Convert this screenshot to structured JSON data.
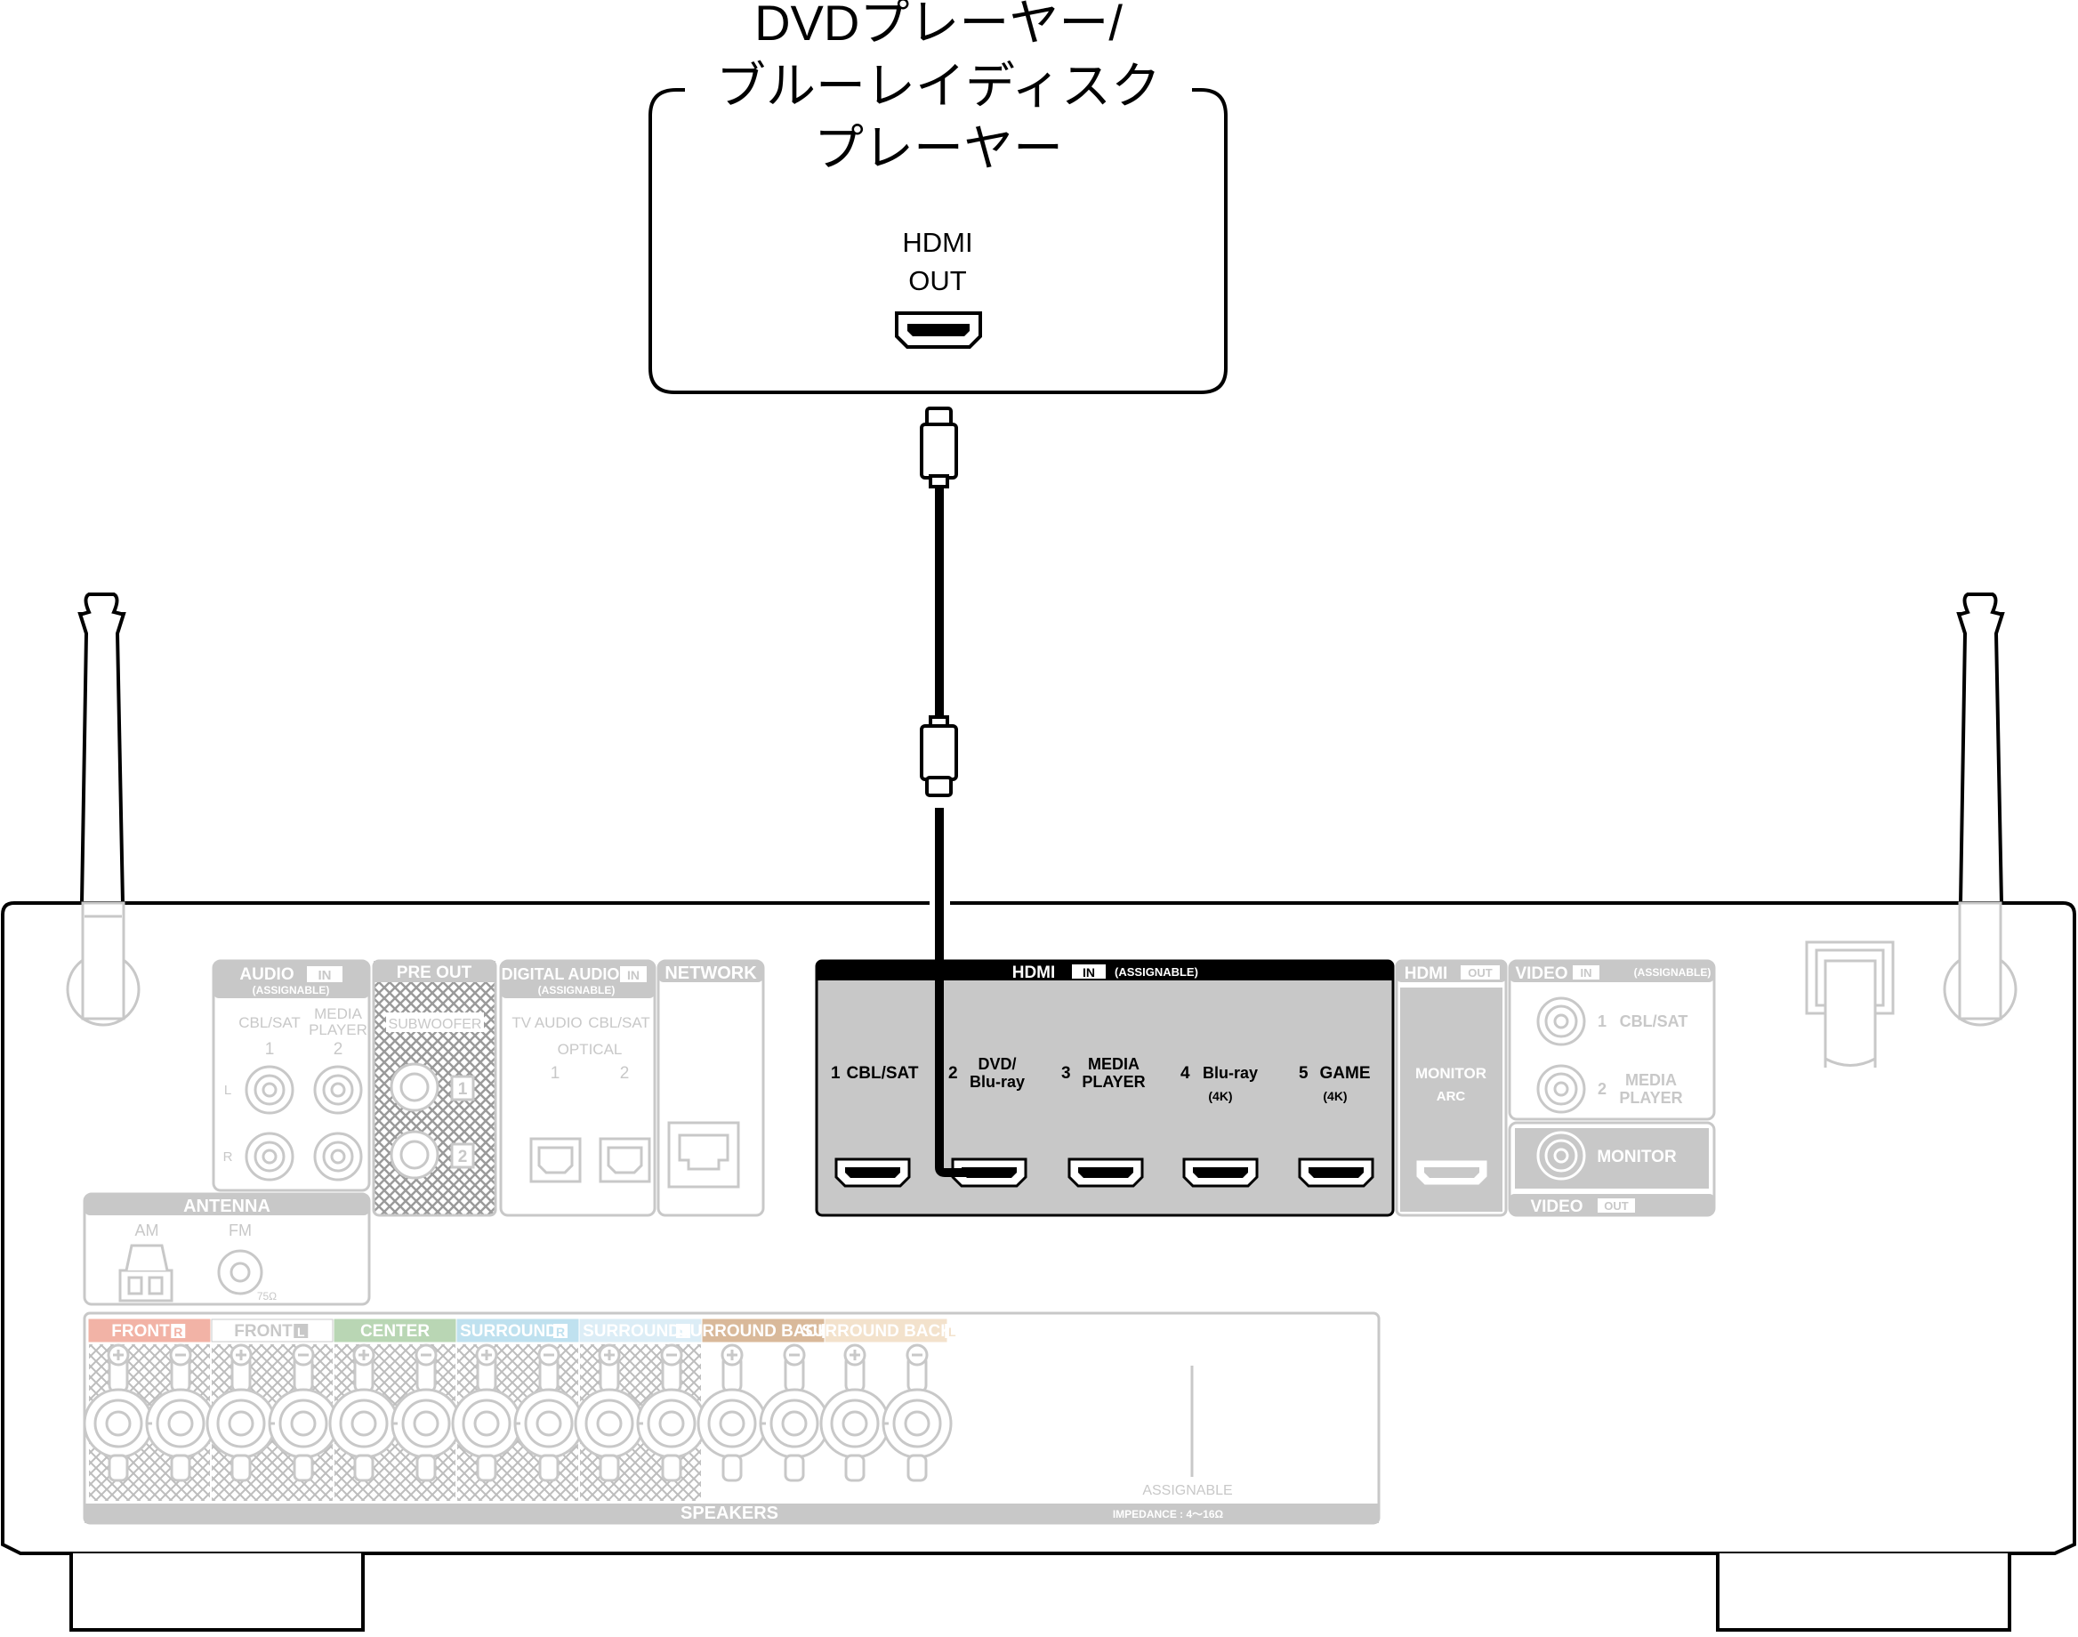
{
  "device": {
    "title_lines": [
      "DVDプレーヤー/",
      "ブルーレイディスク",
      "プレーヤー"
    ],
    "port_label_lines": [
      "HDMI",
      "OUT"
    ]
  },
  "receiver": {
    "audio_in": {
      "title": "AUDIO",
      "badge": "IN",
      "sub": "(ASSIGNABLE)",
      "col1": "CBL/SAT",
      "col2_lines": [
        "MEDIA",
        "PLAYER"
      ],
      "num1": "1",
      "num2": "2",
      "left": "L",
      "right": "R"
    },
    "pre_out": {
      "title": "PRE OUT",
      "sub": "SUBWOOFER",
      "num1": "1",
      "num2": "2"
    },
    "digital_audio": {
      "title": "DIGITAL AUDIO",
      "badge": "IN",
      "sub": "(ASSIGNABLE)",
      "col1": "TV AUDIO",
      "col2": "CBL/SAT",
      "optical": "OPTICAL",
      "num1": "1",
      "num2": "2"
    },
    "network": {
      "title": "NETWORK"
    },
    "hdmi_in": {
      "title": "HDMI",
      "badge": "IN",
      "sub": "(ASSIGNABLE)",
      "ports": [
        {
          "num": "1",
          "lines": [
            "CBL/SAT"
          ],
          "sub": ""
        },
        {
          "num": "2",
          "lines": [
            "DVD/",
            "Blu-ray"
          ],
          "sub": ""
        },
        {
          "num": "3",
          "lines": [
            "MEDIA",
            "PLAYER"
          ],
          "sub": ""
        },
        {
          "num": "4",
          "lines": [
            "Blu-ray"
          ],
          "sub": "(4K)"
        },
        {
          "num": "5",
          "lines": [
            "GAME"
          ],
          "sub": "(4K)"
        }
      ]
    },
    "hdmi_out": {
      "title": "HDMI",
      "badge": "OUT",
      "label": "MONITOR",
      "sub": "ARC"
    },
    "video_in": {
      "title": "VIDEO",
      "badge": "IN",
      "sub": "(ASSIGNABLE)",
      "port1_num": "1",
      "port1": "CBL/SAT",
      "port2_num": "2",
      "port2_lines": [
        "MEDIA",
        "PLAYER"
      ]
    },
    "video_out": {
      "title": "VIDEO",
      "badge": "OUT",
      "label": "MONITOR"
    },
    "antenna": {
      "title": "ANTENNA",
      "am": "AM",
      "fm": "FM",
      "ohm": "75Ω"
    },
    "speakers": {
      "title": "SPEAKERS",
      "impedance": "IMPEDANCE : 4～16Ω",
      "assignable": "ASSIGNABLE",
      "groups": [
        {
          "label": "FRONT",
          "side": "R",
          "color": "#f2b3a6"
        },
        {
          "label": "FRONT",
          "side": "L",
          "color": "#ffffff"
        },
        {
          "label": "CENTER",
          "side": "",
          "color": "#b9d6b4"
        },
        {
          "label": "SURROUND",
          "side": "R",
          "color": "#bfe1ef"
        },
        {
          "label": "SURROUND",
          "side": "L",
          "color": "#dcedf6"
        },
        {
          "label": "SURROUND BACK",
          "side": "R",
          "color": "#d9b99a"
        },
        {
          "label": "SURROUND BACK",
          "side": "L",
          "color": "#f3e2cc"
        }
      ]
    }
  },
  "colors": {
    "line": "#000000",
    "faded": "#c8c8c8",
    "hdmi_panel_fill": "#c8c8c8",
    "hdmi_header": "#000000"
  }
}
